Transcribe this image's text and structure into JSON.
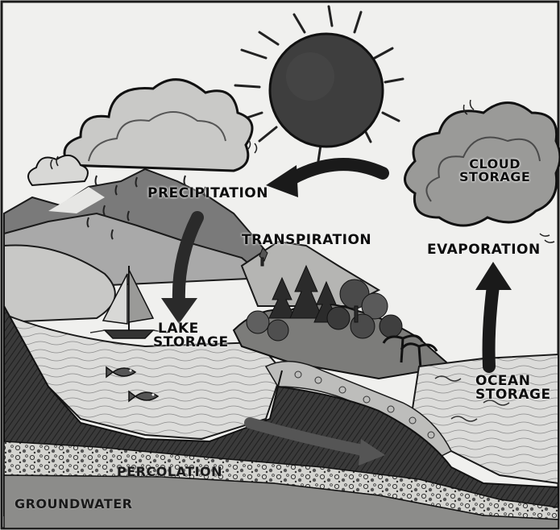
{
  "diagram": {
    "labels": {
      "precipitation": "PRECIPITATION",
      "transpiration": "TRANSPIRATION",
      "cloud_storage_line1": "CLOUD",
      "cloud_storage_line2": "STORAGE",
      "evaporation": "EVAPORATION",
      "lake_storage_line1": "LAKE",
      "lake_storage_line2": "STORAGE",
      "ocean_storage_line1": "OCEAN",
      "ocean_storage_line2": "STORAGE",
      "percolation": "PERCOLATION",
      "groundwater": "GROUNDWATER"
    },
    "icons": [
      "sun-icon",
      "rain-cloud-icon",
      "storage-cloud-icon",
      "sailboat-icon",
      "fish-icon",
      "tree-icon",
      "flow-arrow-icon"
    ],
    "colors": {
      "ink": "#111111",
      "paper": "#f2f2f0",
      "sun": "#3a3a3a",
      "water": "#d6d6d4",
      "soil": "#2e2e2e",
      "gravel": "#cfcfcb"
    }
  }
}
